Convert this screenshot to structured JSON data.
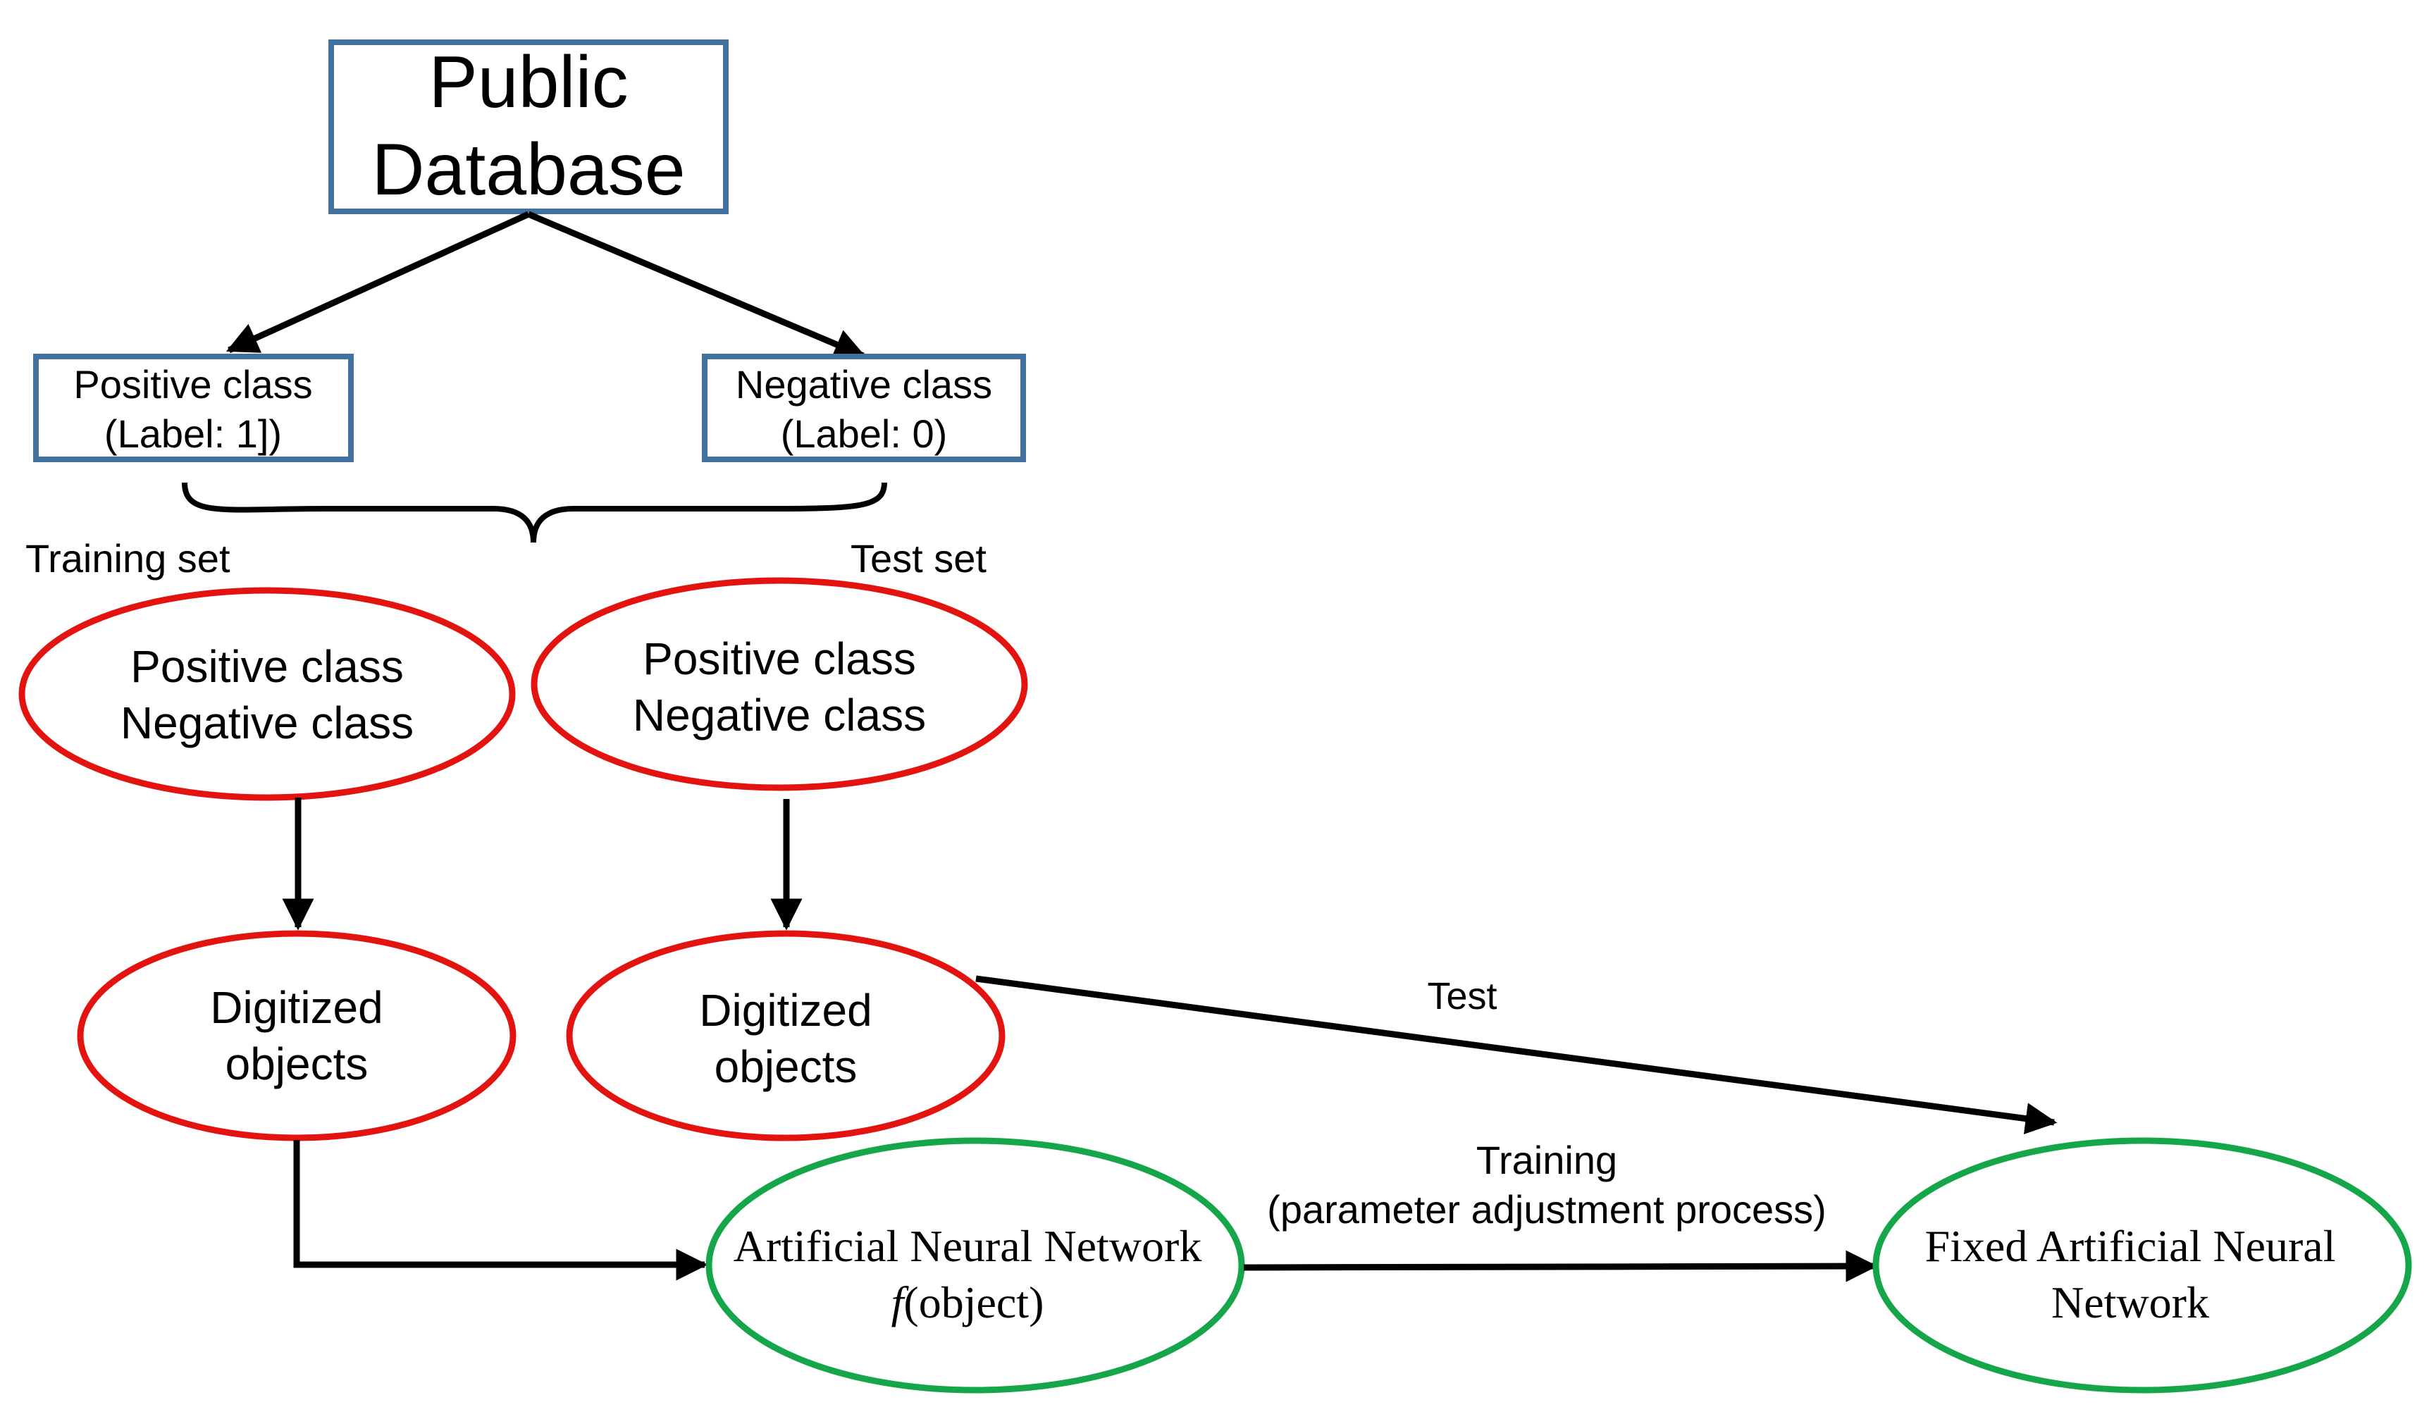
{
  "colors": {
    "box_border": "#41719c",
    "ellipse_red": "#e3140f",
    "ellipse_green": "#16a64a",
    "line": "#000000",
    "background": "#ffffff"
  },
  "nodes": {
    "public_database": {
      "line1": "Public",
      "line2": "Database"
    },
    "positive_box": {
      "line1": "Positive class",
      "line2": "(Label: 1])"
    },
    "negative_box": {
      "line1": "Negative class",
      "line2": "(Label: 0)"
    },
    "training_set_label": "Training set",
    "test_set_label": "Test set",
    "training_ellipse": {
      "line1": "Positive class",
      "line2": "Negative class"
    },
    "test_ellipse": {
      "line1": "Positive class",
      "line2": "Negative class"
    },
    "digitized_train": {
      "line1": "Digitized",
      "line2": "objects"
    },
    "digitized_test": {
      "line1": "Digitized",
      "line2": "objects"
    },
    "ann": {
      "line1": "Artificial Neural Network",
      "line2_italic": "f",
      "line2_rest": "(object)"
    },
    "fixed_ann": {
      "line1": "Fixed Artificial Neural",
      "line2": "Network"
    }
  },
  "edges": {
    "test_label": "Test",
    "training_label_1": "Training",
    "training_label_2": "(parameter adjustment process)"
  }
}
